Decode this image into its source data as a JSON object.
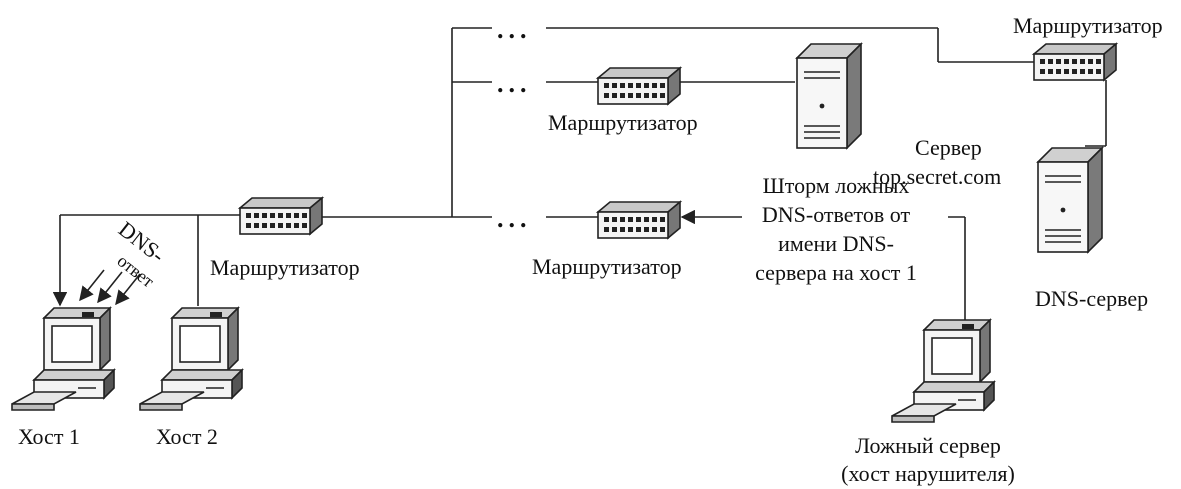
{
  "labels": {
    "router_top_right": "Маршрутизатор",
    "router_mid": "Маршрутизатор",
    "router_left": "Маршрутизатор",
    "router_bottom": "Маршрутизатор",
    "server_name": "Сервер",
    "server_domain": "top.secret.com",
    "dns_server": "DNS-сервер",
    "storm_line1": "Шторм ложных",
    "storm_line2": "DNS-ответов от",
    "storm_line3": "имени DNS-",
    "storm_line4": "сервера на хост 1",
    "dns_reply_1": "DNS-",
    "dns_reply_2": "ответ",
    "host1": "Хост 1",
    "host2": "Хост 2",
    "fake_server_1": "Ложный сервер",
    "fake_server_2": "(хост нарушителя)",
    "ellipsis": "..."
  }
}
